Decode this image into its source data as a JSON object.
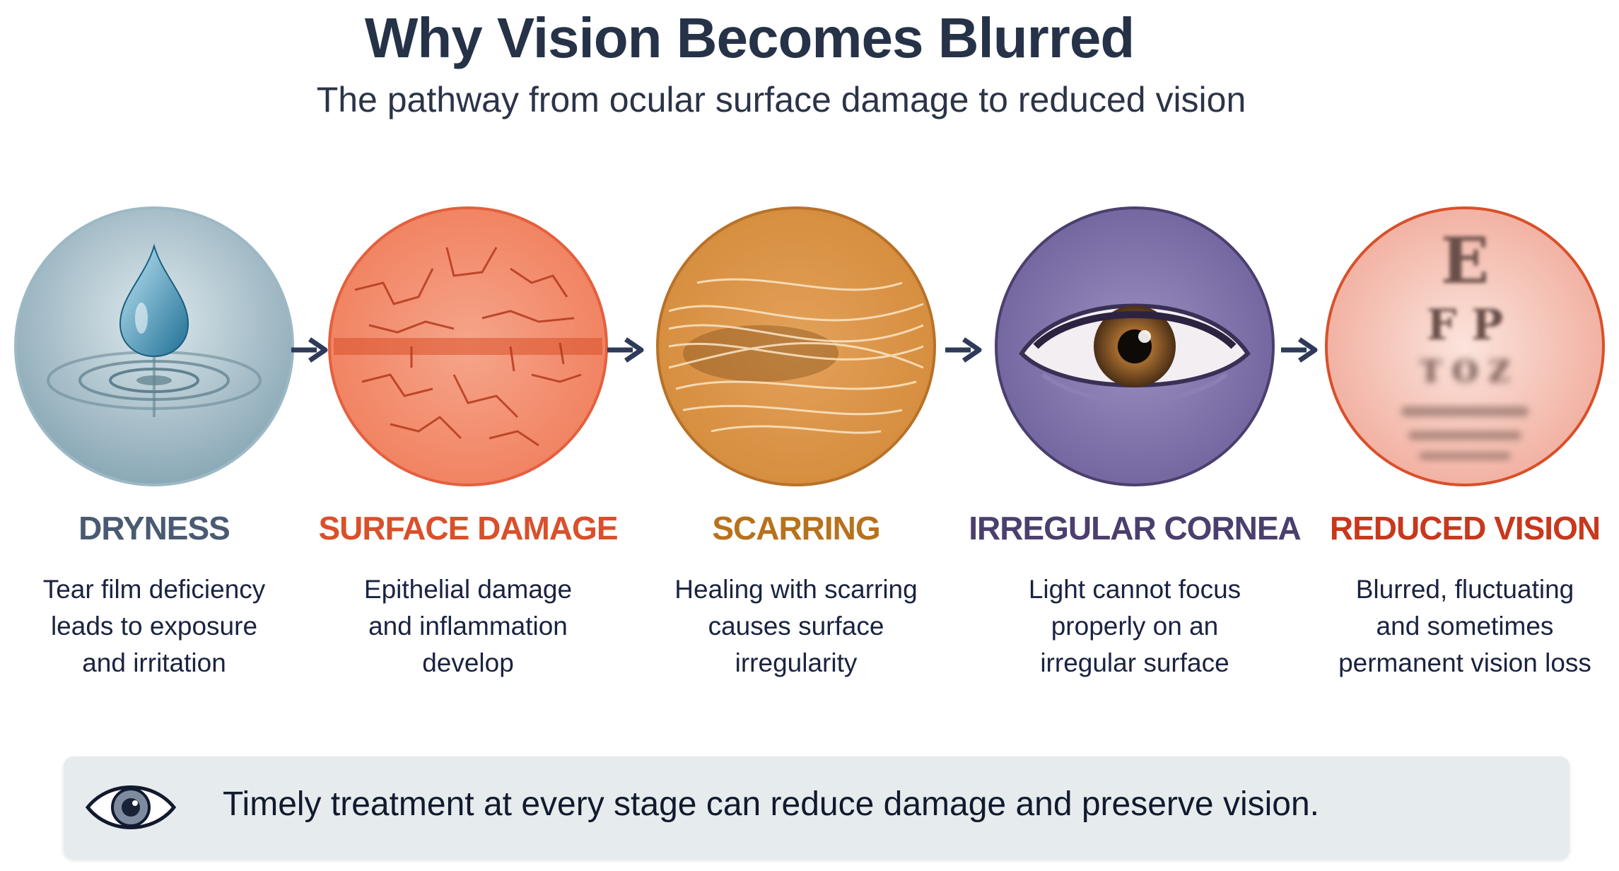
{
  "title": "Why Vision Becomes Blurred",
  "subtitle": "The pathway from ocular surface damage to reduced vision",
  "stages": [
    {
      "label": "DRYNESS",
      "color": "#4a5a72",
      "icon": "water-drop-icon",
      "lines": [
        "Tear film deficiency",
        "leads to exposure",
        "and irritation"
      ]
    },
    {
      "label": "SURFACE DAMAGE",
      "color": "#d9502a",
      "icon": "cracked-surface-icon",
      "lines": [
        "Epithelial damage",
        "and inflammation",
        "develop"
      ]
    },
    {
      "label": "SCARRING",
      "color": "#b8711c",
      "icon": "scar-fibers-icon",
      "lines": [
        "Healing with scarring",
        "causes surface",
        "irregularity"
      ]
    },
    {
      "label": "IRREGULAR CORNEA",
      "color": "#4b3f6e",
      "icon": "eye-icon",
      "lines": [
        "Light cannot focus",
        "properly on an",
        "irregular surface"
      ]
    },
    {
      "label": "REDUCED VISION",
      "color": "#c8381c",
      "icon": "blurred-eye-chart-icon",
      "lines": [
        "Blurred, fluctuating",
        "and sometimes",
        "permanent vision loss"
      ]
    }
  ],
  "chart_letters": [
    "E",
    "F  P",
    "T O Z"
  ],
  "banner": {
    "icon": "eye-outline-icon",
    "text": "Timely treatment at every stage can reduce damage and preserve vision."
  }
}
